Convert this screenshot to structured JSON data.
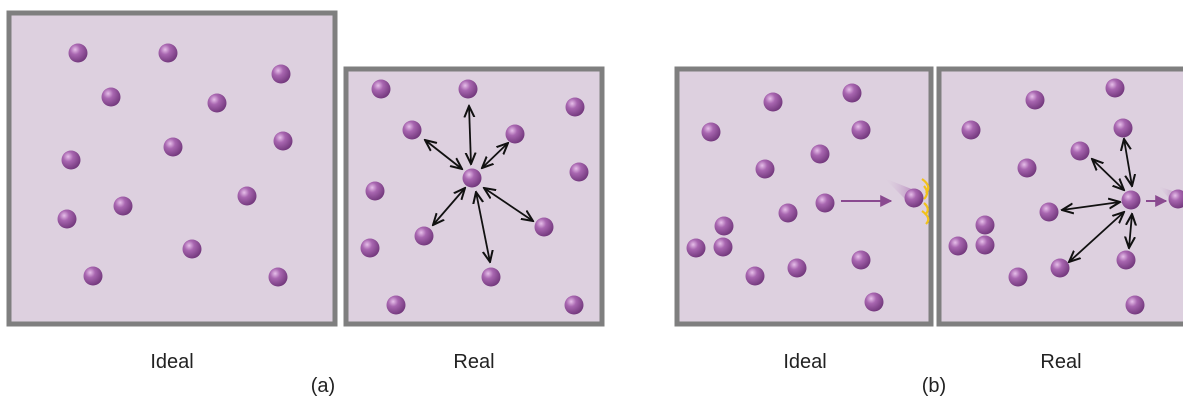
{
  "colors": {
    "box_fill": "#ddd0df",
    "box_border": "#7f7f7f",
    "molecule": "#8e4c98",
    "molecule_highlight": "#d9a9df",
    "arrow_black": "#111111",
    "arrow_purple": "#8a4a90",
    "impact": "#f2c21b"
  },
  "captions": {
    "a_ideal": "Ideal",
    "a_real": "Real",
    "a_label": "(a)",
    "b_ideal": "Ideal",
    "b_real": "Real",
    "b_label": "(b)"
  }
}
